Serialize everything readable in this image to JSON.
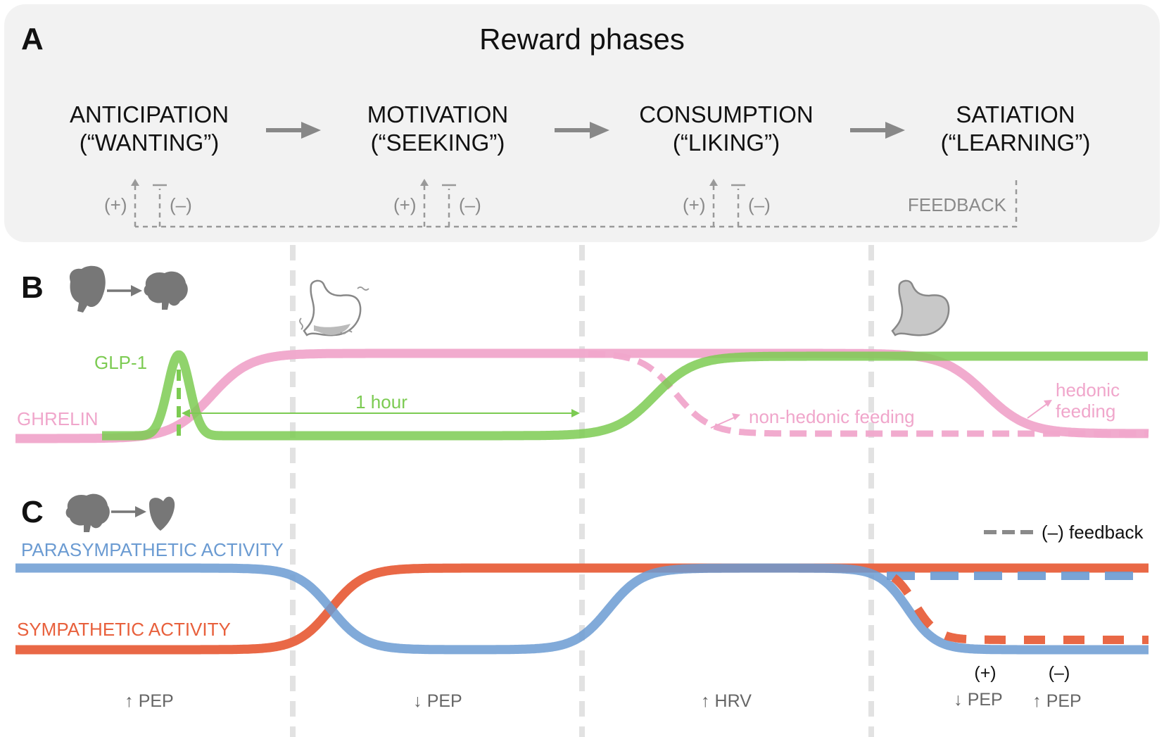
{
  "panel_a": {
    "letter": "A",
    "title": "Reward phases",
    "phases": [
      {
        "line1": "ANTICIPATION",
        "line2": "(“WANTING”)"
      },
      {
        "line1": "MOTIVATION",
        "line2": "(“SEEKING”)"
      },
      {
        "line1": "CONSUMPTION",
        "line2": "(“LIKING”)"
      },
      {
        "line1": "SATIATION",
        "line2": "(“LEARNING”)"
      }
    ],
    "plus_label": "(+)",
    "minus_label": "(–)",
    "feedback_label": "FEEDBACK"
  },
  "panel_b": {
    "letter": "B",
    "icons": [
      "gut-icon",
      "arrow-right-icon",
      "brain-icon",
      "stomach-empty-icon",
      "stomach-full-icon"
    ],
    "glp1_label": "GLP-1",
    "ghrelin_label": "GHRELIN",
    "hour_label": "1 hour",
    "non_hedonic_label": "non-hedonic feeding",
    "hedonic_label_line1": "hedonic",
    "hedonic_label_line2": "feeding"
  },
  "panel_c": {
    "letter": "C",
    "icons": [
      "brain-icon",
      "arrow-right-icon",
      "heart-icon"
    ],
    "legend_label": "(–) feedback",
    "parasympathetic_label": "PARASYMPATHETIC ACTIVITY",
    "sympathetic_label": "SYMPATHETIC ACTIVITY",
    "markers": [
      {
        "arrow": "↑",
        "text": "PEP"
      },
      {
        "arrow": "↓",
        "text": "PEP"
      },
      {
        "arrow": "↑",
        "text": "HRV"
      },
      {
        "arrow": "↓",
        "text": "PEP",
        "sign": "(+)"
      },
      {
        "arrow": "↑",
        "text": "PEP",
        "sign": "(–)"
      }
    ]
  },
  "colors": {
    "ghrelin": "#f0a6cb",
    "glp1": "#7ccb52",
    "parasympathetic": "#6b9bd2",
    "sympathetic": "#e8603c",
    "neutral": "#8a8a8a",
    "panel_bg": "#f2f2f2"
  }
}
